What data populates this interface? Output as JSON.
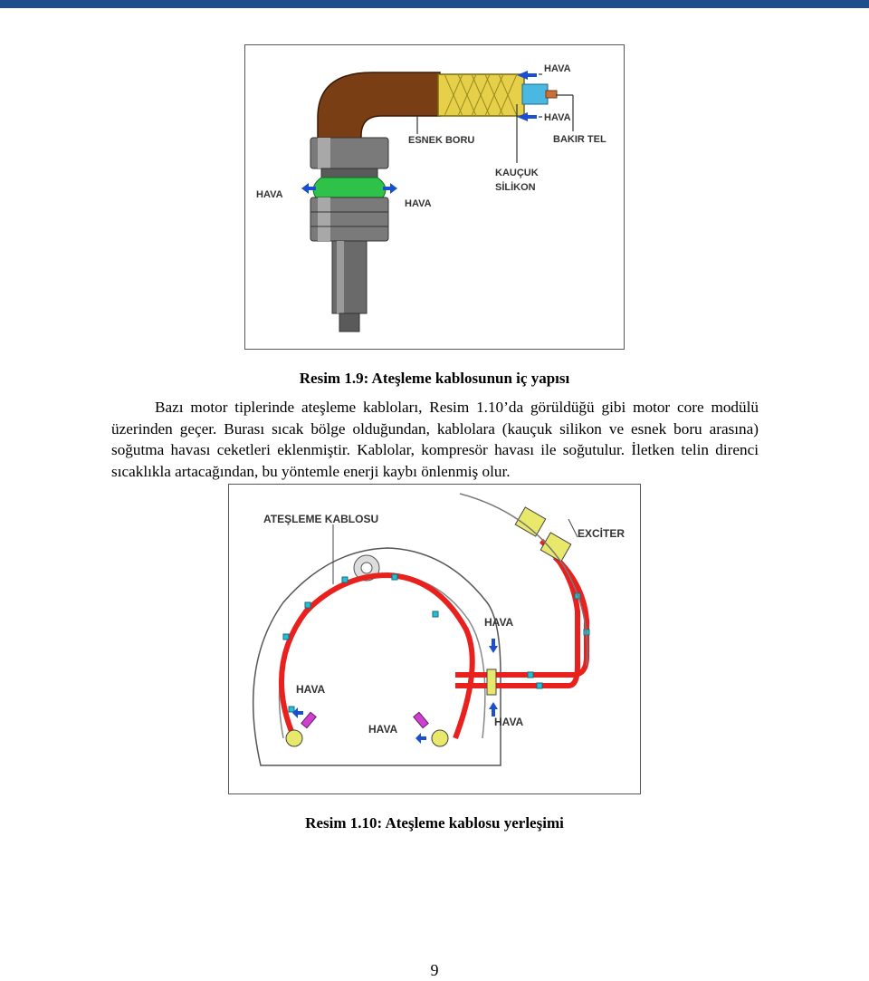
{
  "figure1": {
    "labels": {
      "hava_top": "HAVA",
      "hava_mid": "HAVA",
      "esnek_boru": "ESNEK BORU",
      "bakir_tel": "BAKIR TEL",
      "kaucuk": "KAUÇUK",
      "silikon": "SİLİKON",
      "hava_left": "HAVA",
      "hava_right": "HAVA"
    },
    "caption": "Resim 1.9: Ateşleme kablosunun iç yapısı"
  },
  "paragraph": "Bazı motor tiplerinde ateşleme kabloları, Resim 1.10’da görüldüğü gibi motor core modülü üzerinden geçer. Burası sıcak bölge olduğundan, kablolara (kauçuk silikon ve esnek boru arasına) soğutma havası ceketleri eklenmiştir. Kablolar, kompresör havası ile soğutulur. İletken telin direnci sıcaklıkla artacağından, bu yöntemle enerji kaybı önlenmiş olur.",
  "figure2": {
    "labels": {
      "atesleme_kablosu": "ATEŞLEME KABLOSU",
      "exciter": "EXCİTER",
      "hava_upper": "HAVA",
      "hava_left": "HAVA",
      "hava_bottom_mid": "HAVA",
      "hava_bottom_right": "HAVA"
    },
    "caption": "Resim 1.10: Ateşleme kablosu yerleşimi"
  },
  "page_number": "9",
  "colors": {
    "topbar": "#1f4e8c",
    "cable_red": "#e8201e",
    "jacket_yellow": "#e8e86a",
    "pipe_brown": "#7a3e14",
    "silicone_green": "#2ec24a",
    "air_blue": "#1a4fd0"
  }
}
